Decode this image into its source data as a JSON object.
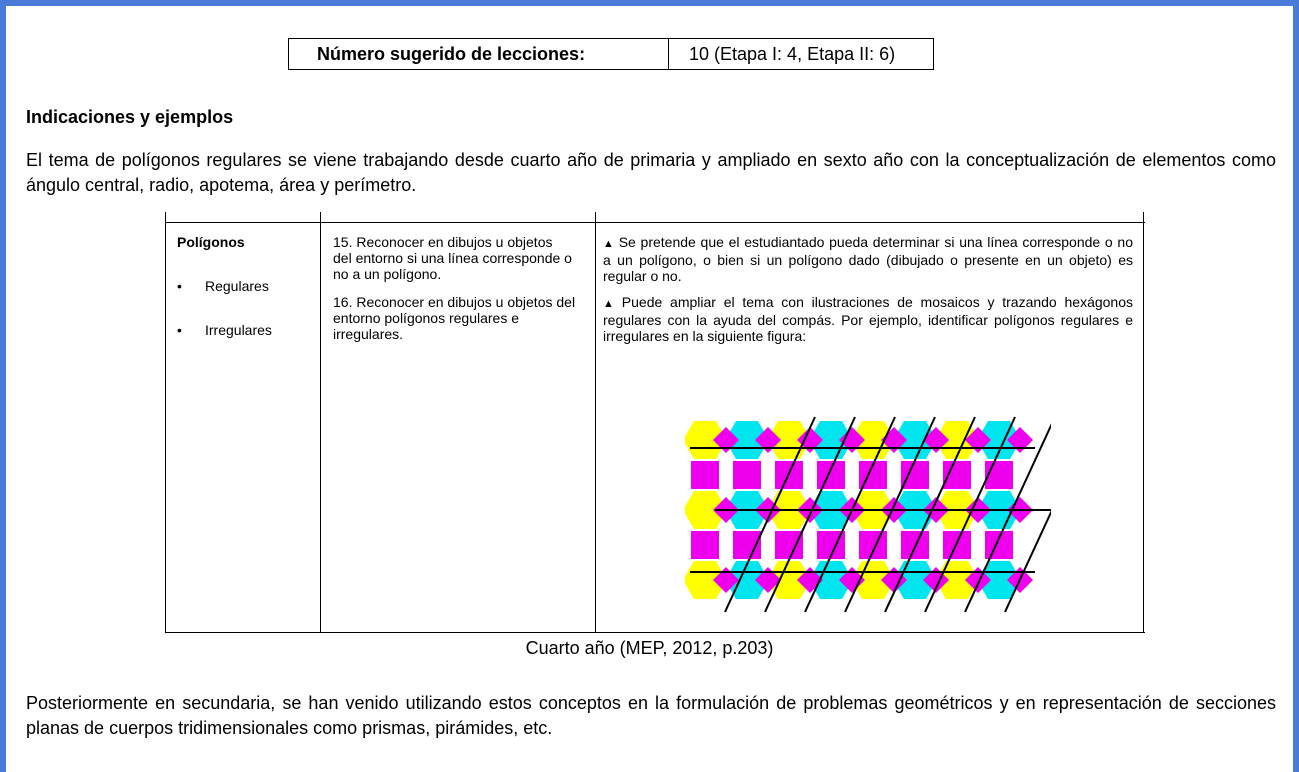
{
  "lessons_box": {
    "label": "Número sugerido de lecciones:",
    "value": "10  (Etapa I: 4, Etapa II: 6)"
  },
  "section_heading": "Indicaciones y ejemplos",
  "paragraph_1": "El tema de polígonos regulares se viene trabajando desde cuarto año de primaria y ampliado en sexto año con la conceptualización de elementos como ángulo central, radio, apotema, área y perímetro.",
  "table": {
    "col1": {
      "title": "Polígonos",
      "bullets": [
        "Regulares",
        "Irregulares"
      ]
    },
    "col2": {
      "item1": "15. Reconocer en dibujos u objetos del entorno si una línea corresponde o no a un polígono.",
      "item2": "16. Reconocer en dibujos u objetos del entorno polígonos regulares e irregulares."
    },
    "col3": {
      "p1": "Se pretende que el estudiantado pueda determinar si una línea corresponde o no a un polígono, o bien si un polígono dado (dibujado o presente en un objeto) es regular o no.",
      "p2": "Puede ampliar el tema con ilustraciones de mosaicos y trazando hexágonos regulares con la ayuda del compás. Por ejemplo, identificar polígonos regulares e irregulares en la siguiente figura:"
    },
    "bullet_glyph": "•",
    "triangle_glyph": "▲"
  },
  "caption": "Cuarto año (MEP, 2012, p.203)",
  "paragraph_2": "Posteriormente en secundaria, se han venido utilizando estos conceptos en la formulación de problemas geométricos y en representación de secciones planas de cuerpos tridimensionales como prismas, pirámides, etc.",
  "colors": {
    "frame": "#4a7bd8",
    "cyan": "#00e5ee",
    "magenta": "#ee00ee",
    "yellow": "#ffff00"
  }
}
